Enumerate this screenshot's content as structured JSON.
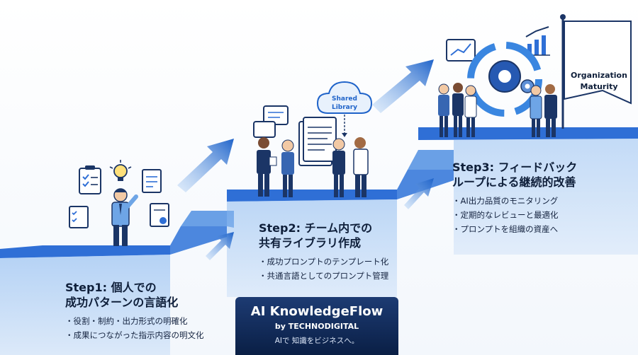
{
  "step1": {
    "title_line1": "Step1: 個人での",
    "title_line2": "成功パターンの言語化",
    "bullets": [
      "役割・制約・出力形式の明確化",
      "成果につながった指示内容の明文化"
    ]
  },
  "step2": {
    "title_line1": "Step2: チーム内での",
    "title_line2": "共有ライブラリ作成",
    "bullets": [
      "成功プロンプトのテンプレート化",
      "共通言語としてのプロンプト管理"
    ]
  },
  "step3": {
    "title_line1": "Step3: フィードバック",
    "title_line2": "ループによる継続的改善",
    "bullets": [
      "AI出力品質のモニタリング",
      "定期的なレビューと最適化",
      "プロンプトを組織の資産へ"
    ]
  },
  "cloud": {
    "line1": "Shared",
    "line2": "Library"
  },
  "flag": {
    "line1": "Organization",
    "line2": "Maturity"
  },
  "brand": {
    "name": "AI KnowledgeFlow",
    "by": "by TECHNODIGITAL",
    "tagline": "AIで 知識をビジネスへ。"
  },
  "colors": {
    "stair_top": "#2f6fd6",
    "stair_side": "#6fa6e8",
    "navy": "#0a1f45",
    "arrow": "#1f63c9"
  }
}
